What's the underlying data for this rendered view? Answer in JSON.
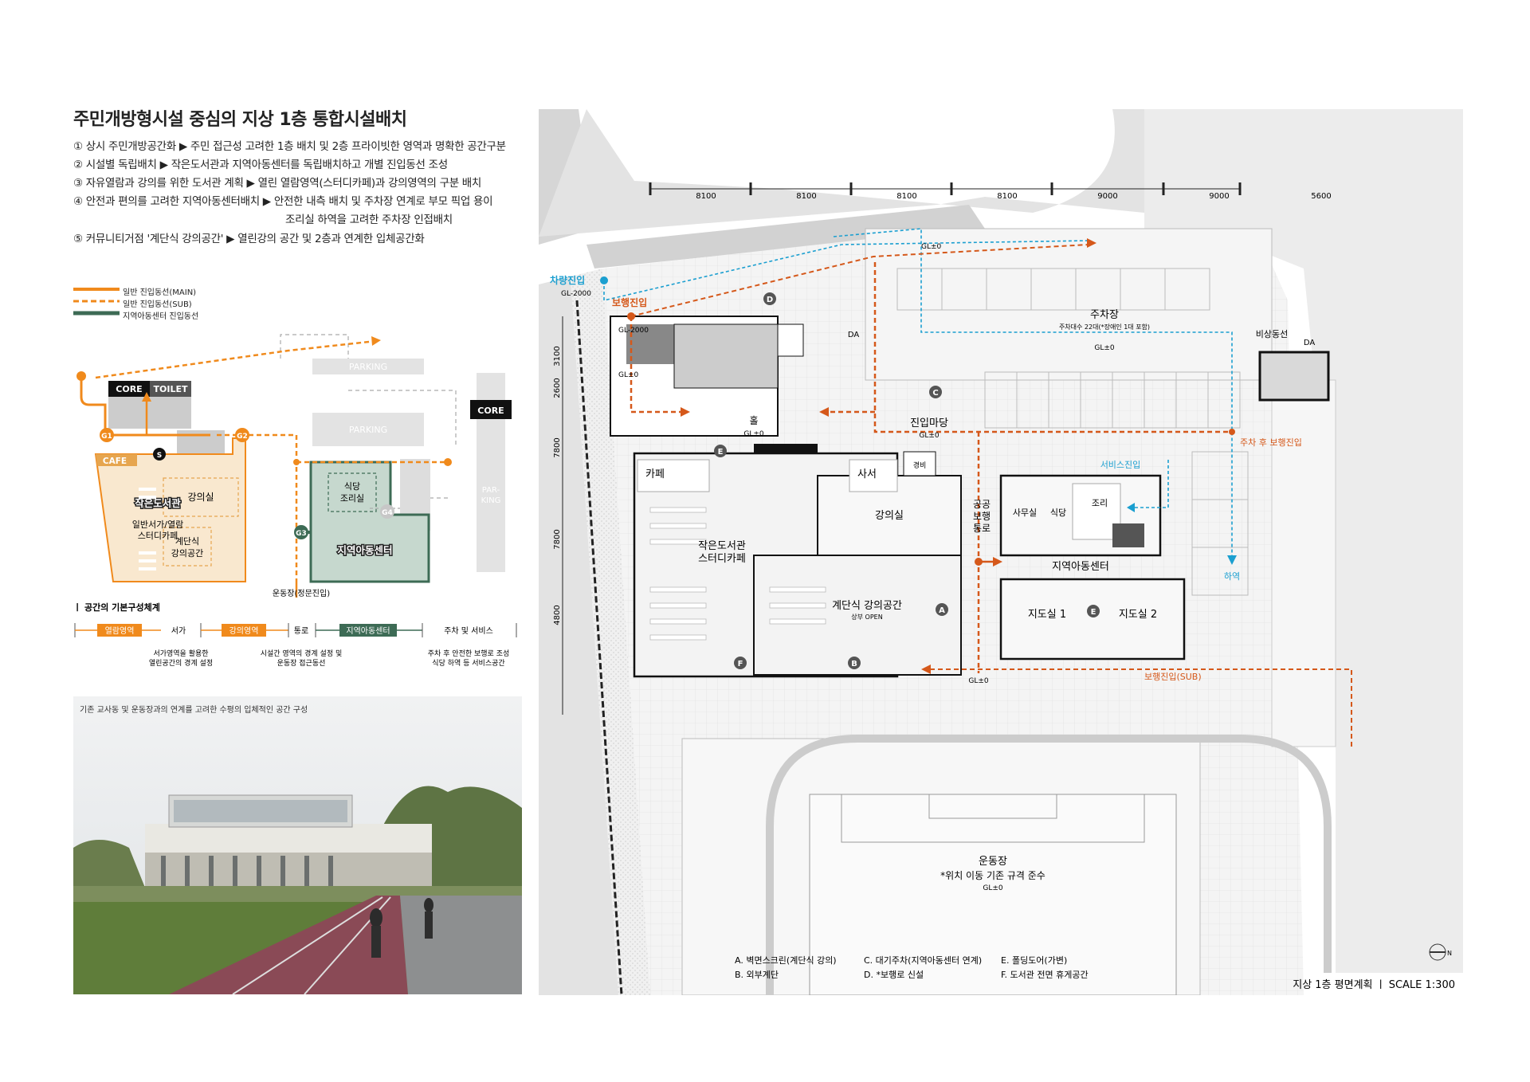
{
  "title": "주민개방형시설 중심의 지상 1층 통합시설배치",
  "descriptions": [
    "① 상시 주민개방공간화 ▶ 주민 접근성 고려한 1층 배치 및 2층 프라이빗한 영역과 명확한 공간구분",
    "② 시설별 독립배치 ▶ 작은도서관과 지역아동센터를 독립배치하고 개별 진입동선 조성",
    "③ 자유열람과 강의를 위한 도서관 계획 ▶ 열린 열람영역(스터디카페)과 강의영역의 구분 배치",
    "④ 안전과 편의를 고려한 지역아동센터배치 ▶ 안전한 내측 배치 및 주차장 연계로 부모 픽업 용이",
    "조리실 하역을 고려한 주차장 인접배치",
    "⑤ 커뮤니티거점 '계단식 강의공간' ▶ 열린강의 공간 및 2층과 연계한 입체공간화"
  ],
  "legend": {
    "main": "일반 진입동선(MAIN)",
    "sub": "일반 진입동선(SUB)",
    "child": "지역아동센터 진입동선"
  },
  "diagram": {
    "core": "CORE",
    "toilet": "TOILET",
    "parking1": "PARKING",
    "parking2": "PARKING",
    "core2": "CORE",
    "parking_side": "PAR-\nKING",
    "cafe": "CAFE",
    "library": "작은도서관",
    "library_sub": "일반서가/열람\n스터디카페",
    "lecture": "강의실",
    "stair_lecture": "계단식\n강의공간",
    "kitchen": "식당\n조리실",
    "children": "지역아동센터",
    "g1": "G1",
    "g2": "G2",
    "g3": "G3",
    "g4": "G4",
    "s": "S",
    "field": "운동장(정문진입)"
  },
  "space_system": {
    "heading": "ㅣ 공간의 기본구성체계",
    "reading": "열람영역",
    "shelf": "서가",
    "lecture": "강의영역",
    "corridor": "통로",
    "children": "지역아동센터",
    "parking": "주차 및 서비스",
    "note1": "서가영역을 활용한\n열린공간의 경계 설정",
    "note2": "시설간 영역의 경계 설정 및\n운동장 접근동선",
    "note3": "주차 후 안전한 보행로 조성\n식당 하역 등 서비스공간"
  },
  "render_caption": "기존 교사동 및 운동장과의 연계를 고려한 수평의 입체적인 공간 구성",
  "plan": {
    "dims": [
      "8100",
      "8100",
      "8100",
      "8100",
      "9000",
      "9000",
      "5600"
    ],
    "vdims": [
      "3100",
      "2600",
      "7800",
      "7800",
      "4800"
    ],
    "car_entry": "차량진입",
    "car_gl": "GL-2000",
    "ped_entry": "보행진입",
    "gl_m2000": "GL-2000",
    "gl0a": "GL±0",
    "gl0_top": "GL±0",
    "hall": "홀",
    "hall_gl": "GL±0",
    "entry_yard": "진입마당",
    "entry_gl": "GL±0",
    "parking": "주차장",
    "parking_note": "주차대수 22대(*장애인 1대 포함)",
    "parking_gl": "GL±0",
    "emergency": "비상동선",
    "da1": "DA",
    "da2": "DA",
    "cafe": "카페",
    "librarian": "사서",
    "guard": "경비",
    "lecture": "강의실",
    "library": "작은도서관\n스터디카페",
    "stair_lecture": "계단식 강의공간",
    "stair_open": "상부 OPEN",
    "public_path": "공공\n보행\n통로",
    "office": "사무실",
    "dining": "식당",
    "cook": "조리",
    "children": "지역아동센터",
    "room1": "지도실 1",
    "room2": "지도실 2",
    "service_entry": "서비스진입",
    "unload": "하역",
    "after_park": "주차 후 보행진입",
    "ped_sub": "보행진입(SUB)",
    "gl0_bottom": "GL±0",
    "field": "운동장",
    "field_note": "*위치 이동 기존 규격 준수",
    "field_gl": "GL±0",
    "marks": [
      "A",
      "B",
      "C",
      "D",
      "E",
      "E",
      "F"
    ],
    "notes": [
      "A. 벽면스크린(계단식 강의)",
      "B. 외부계단",
      "C. 대기주차(지역아동센터 연계)",
      "D. *보행로 신설",
      "E. 폴딩도어(가변)",
      "F. 도서관 전면 휴게공간"
    ],
    "bottom_label": "지상 1층 평면계획 ㅣ SCALE 1:300",
    "north": "N"
  },
  "colors": {
    "orange": "#f08a1c",
    "orange_dark": "#d5581a",
    "green": "#3d6b55",
    "blue": "#1b9fd0"
  }
}
